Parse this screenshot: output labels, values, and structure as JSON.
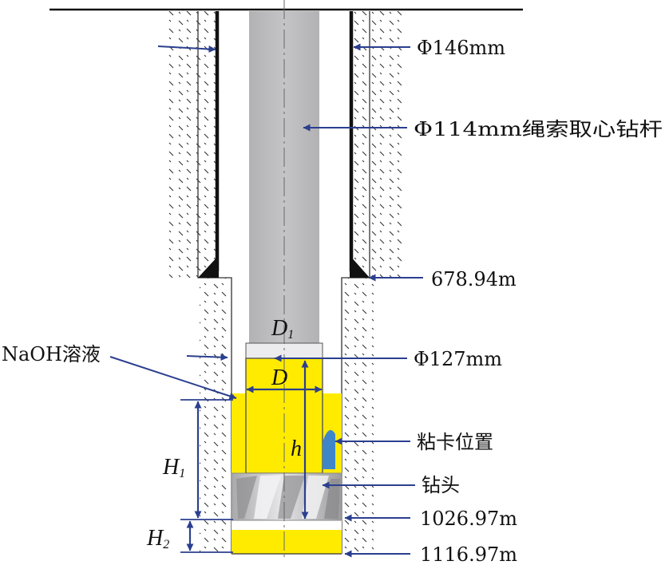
{
  "colors": {
    "arrow": "#2b3f8f",
    "solution": "#ffeb00",
    "rod": "#bcbcbe",
    "casing": "#111111",
    "bit": "#c8c8ca",
    "stuck_marker": "#3f86c9"
  },
  "labels": {
    "casing_dia": "Φ146mm",
    "rod": "Φ114mm绳索取心钻杆",
    "casing_shoe_depth": "678.94m",
    "core_barrel_dia": "Φ127mm",
    "solution": "NaOH溶液",
    "stuck_position": "粘卡位置",
    "bit": "钻头",
    "depth_upper": "1026.97m",
    "depth_bottom": "1116.97m"
  },
  "dims": {
    "D1_main": "D",
    "D1_sub": "1",
    "D": "D",
    "h": "h",
    "H1_main": "H",
    "H1_sub": "1",
    "H2_main": "H",
    "H2_sub": "2"
  }
}
